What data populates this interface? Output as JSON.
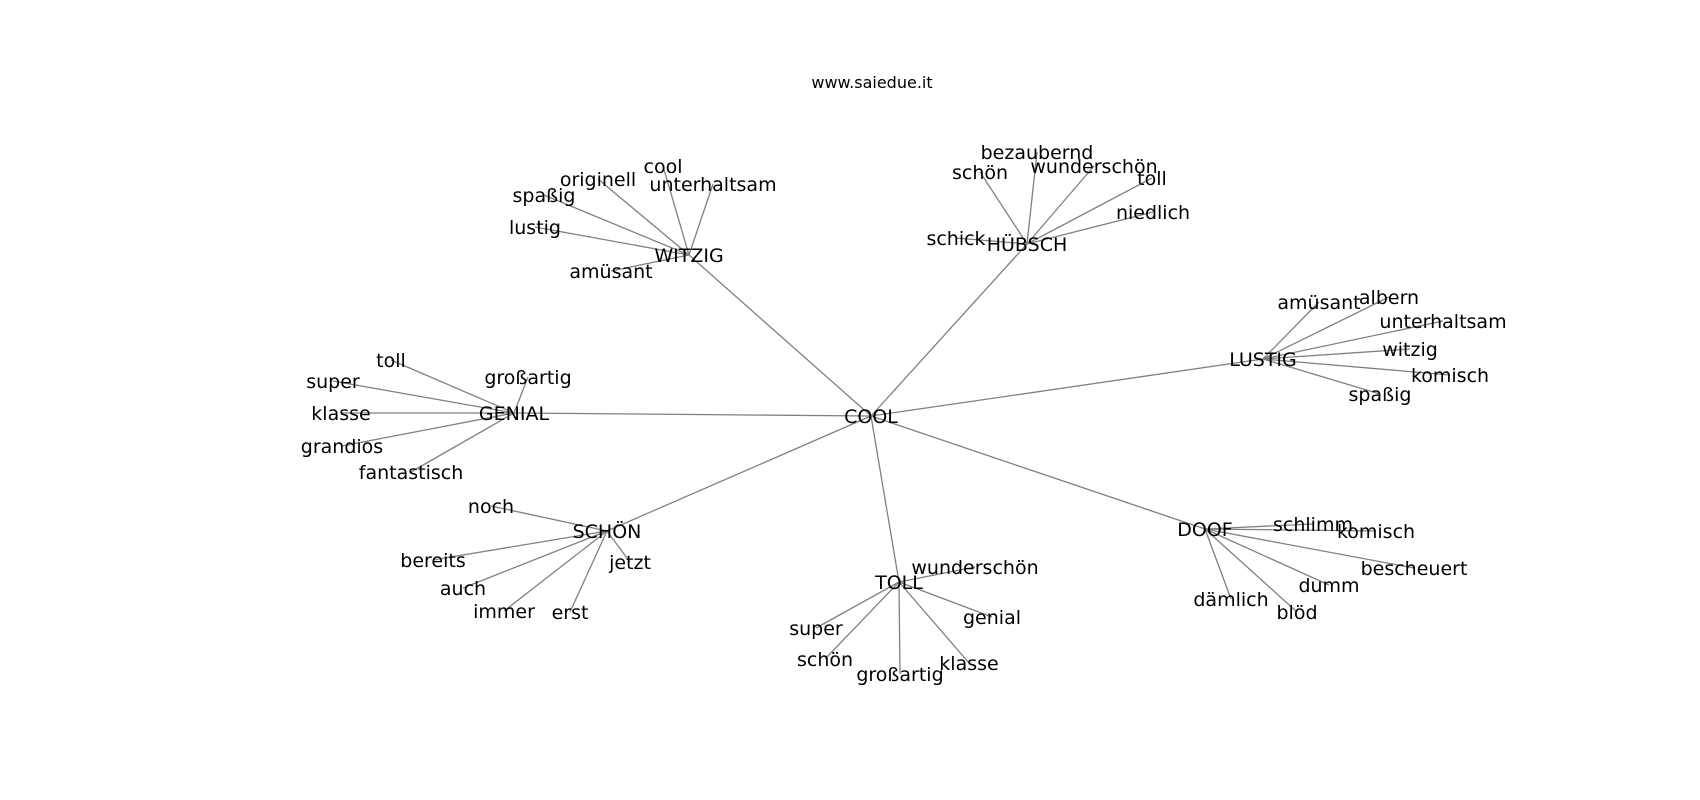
{
  "header": {
    "site": "www.saiedue.it"
  },
  "graph": {
    "center": {
      "id": "center",
      "label": "COOL"
    },
    "hubs": [
      {
        "id": "witzig",
        "label": "WITZIG",
        "leaves": [
          "cool",
          "originell",
          "unterhaltsam",
          "spaßig",
          "lustig",
          "amüsant"
        ]
      },
      {
        "id": "huebsch",
        "label": "HÜBSCH",
        "leaves": [
          "bezaubernd",
          "schön",
          "wunderschön",
          "toll",
          "niedlich",
          "schick"
        ]
      },
      {
        "id": "lustig",
        "label": "LUSTIG",
        "leaves": [
          "amüsant",
          "albern",
          "unterhaltsam",
          "witzig",
          "komisch",
          "spaßig"
        ]
      },
      {
        "id": "genial",
        "label": "GENIAL",
        "leaves": [
          "toll",
          "super",
          "großartig",
          "klasse",
          "grandios",
          "fantastisch"
        ]
      },
      {
        "id": "schoen",
        "label": "SCHÖN",
        "leaves": [
          "noch",
          "bereits",
          "jetzt",
          "auch",
          "immer",
          "erst"
        ]
      },
      {
        "id": "toll",
        "label": "TOLL",
        "leaves": [
          "wunderschön",
          "super",
          "genial",
          "schön",
          "großartig",
          "klasse"
        ]
      },
      {
        "id": "doof",
        "label": "DOOF",
        "leaves": [
          "schlimm",
          "komisch",
          "bescheuert",
          "dumm",
          "dämlich",
          "blöd"
        ]
      }
    ],
    "edge_color": "#808080"
  }
}
